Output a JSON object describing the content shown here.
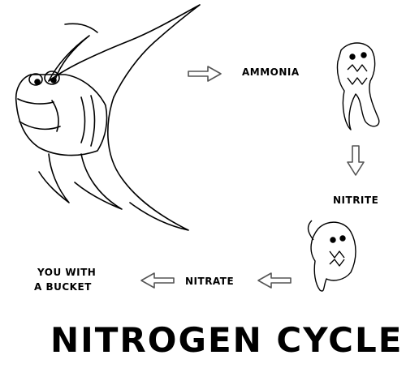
{
  "labels": {
    "ammonia": "AMMONIA",
    "nitrite": "NITRITE",
    "nitrate": "NITRATE",
    "you_line1": "YOU WITH",
    "you_line2": "A BUCKET"
  },
  "title": "NITROGEN CYCLE",
  "arrows": [
    "right",
    "down",
    "left",
    "left"
  ],
  "colors": {
    "ink": "#000000",
    "arrow": "#555555",
    "background": "#ffffff"
  }
}
